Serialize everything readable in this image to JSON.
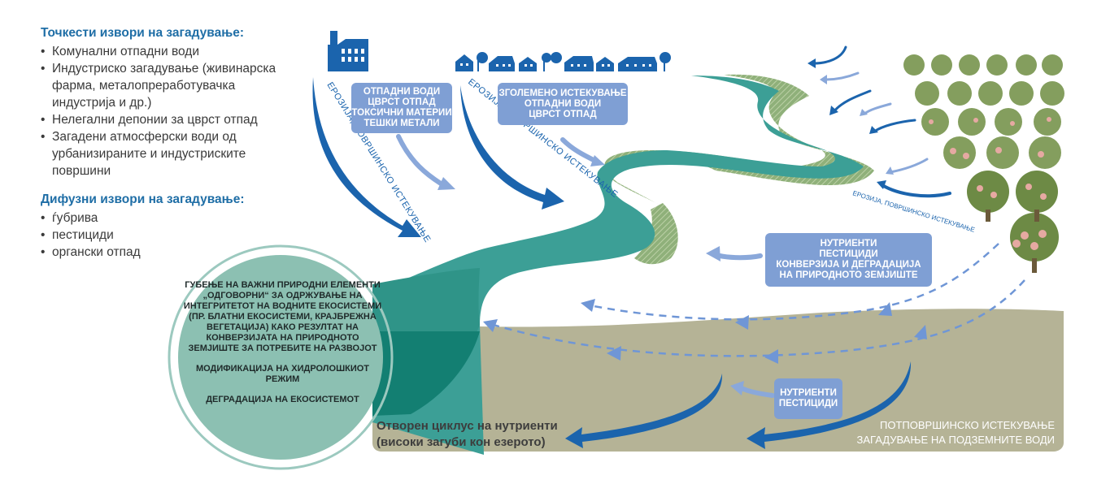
{
  "legend": {
    "point_title": "Точкести извори на загадување:",
    "point_items": [
      "Комунални отпадни води",
      "Индустриско загадување (живинарска фарма, металопреработувачка индустрија и др.)",
      "Нелегални депонии за цврст отпад",
      "Загадени атмосферски води од урбанизираните и индустриските површини"
    ],
    "diffuse_title": "Дифузни извори на загадување:",
    "diffuse_items": [
      "ѓубрива",
      "пестициди",
      "органски отпад"
    ]
  },
  "boxes": {
    "industry": [
      "ОТПАДНИ ВОДИ",
      "ЦВРСТ ОТПАД",
      "ТОКСИЧНИ МАТЕРИИ",
      "ТЕШКИ МЕТАЛИ"
    ],
    "urban": [
      "ЗГОЛЕМЕНО ИСТЕКУВАЊЕ",
      "ОТПАДНИ ВОДИ",
      "ЦВРСТ ОТПАД"
    ],
    "agri": [
      "НУТРИЕНТИ",
      "ПЕСТИЦИДИ",
      "КОНВЕРЗИЈА И ДЕГРАДАЦИЈА",
      "НА ПРИРОДНОТО ЗЕМЈИШТЕ"
    ],
    "ground": [
      "НУТРИЕНТИ",
      "ПЕСТИЦИДИ"
    ]
  },
  "erosion_label": "ЕРОЗИЈА, ПОВРШИНСКО ИСТЕКУВАЊЕ",
  "circle": {
    "p1": "ГУБЕЊЕ НА ВАЖНИ ПРИРОДНИ ЕЛЕМЕНТИ „ОДГОВОРНИ“ ЗА ОДРЖУВАЊЕ НА ИНТЕГРИТЕТОТ НА ВОДНИТЕ ЕКОСИСТЕМИ (ПР. БЛАТНИ ЕКОСИСТЕМИ, КРАЈБРЕЖНА ВЕГЕТАЦИЈА) КАКО РЕЗУЛТАТ НА КОНВЕРЗИЈАТА НА ПРИРОДНОТО ЗЕМЈИШТЕ ЗА ПОТРЕБИТЕ НА РАЗВОЈОТ",
    "p2": "МОДИФИКАЦИЈА НА ХИДРОЛОШКИОТ РЕЖИМ",
    "p3": "ДЕГРАДАЦИЈА НА ЕКОСИСТЕМОТ"
  },
  "bottom_left": [
    "Отворен циклус на нутриенти",
    "(високи загуби кон езерото)"
  ],
  "bottom_right": [
    "ПОТПОВРШИНСКО ИСТЕКУВАЊЕ",
    "ЗАГАДУВАЊЕ НА ПОДЗЕМНИТЕ ВОДИ"
  ],
  "colors": {
    "river": "#3c9f96",
    "lake": "#137f72",
    "ground": "#b5b396",
    "box": "#7f9fd4",
    "arrow": "#1b64ad",
    "tree": "#6d8a45"
  }
}
